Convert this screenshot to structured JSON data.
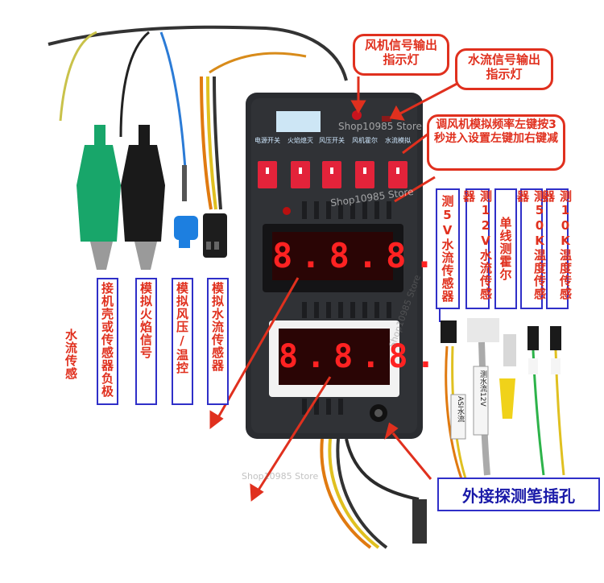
{
  "callouts": {
    "fan_signal": "风机信号输出指示灯",
    "water_signal": "水流信号输出指示灯",
    "fan_freq": "调风机模拟频率左键按3秒进入设置左键加右键减"
  },
  "switch_labels": [
    "电源开关",
    "火焰熄灭",
    "风压开关",
    "风机霍尔",
    "水流模拟"
  ],
  "displays": {
    "upper": "8.8.8.",
    "lower": "8.8.8."
  },
  "right_labels": [
    "测5V水流传感器",
    "测12V水流传感器",
    "单线测霍尔",
    "测50K温度传感器",
    "测10K温度传感器"
  ],
  "left_labels": [
    "接机壳或传感器负极",
    "模拟火焰信号",
    "模拟风压/温控",
    "模拟水流传感器",
    "水流传感"
  ],
  "probe_jack": "外接探测笔插孔",
  "watermarks": [
    "Shop10985 Store",
    "Shop10985 Store",
    "Shop10985 Store",
    "Shop10985 Store"
  ],
  "cable_tags": [
    "测水流12V",
    "ASI水流"
  ],
  "colors": {
    "accent": "#e0301e",
    "border": "#2f2fc8",
    "device": "#2a2c30"
  }
}
